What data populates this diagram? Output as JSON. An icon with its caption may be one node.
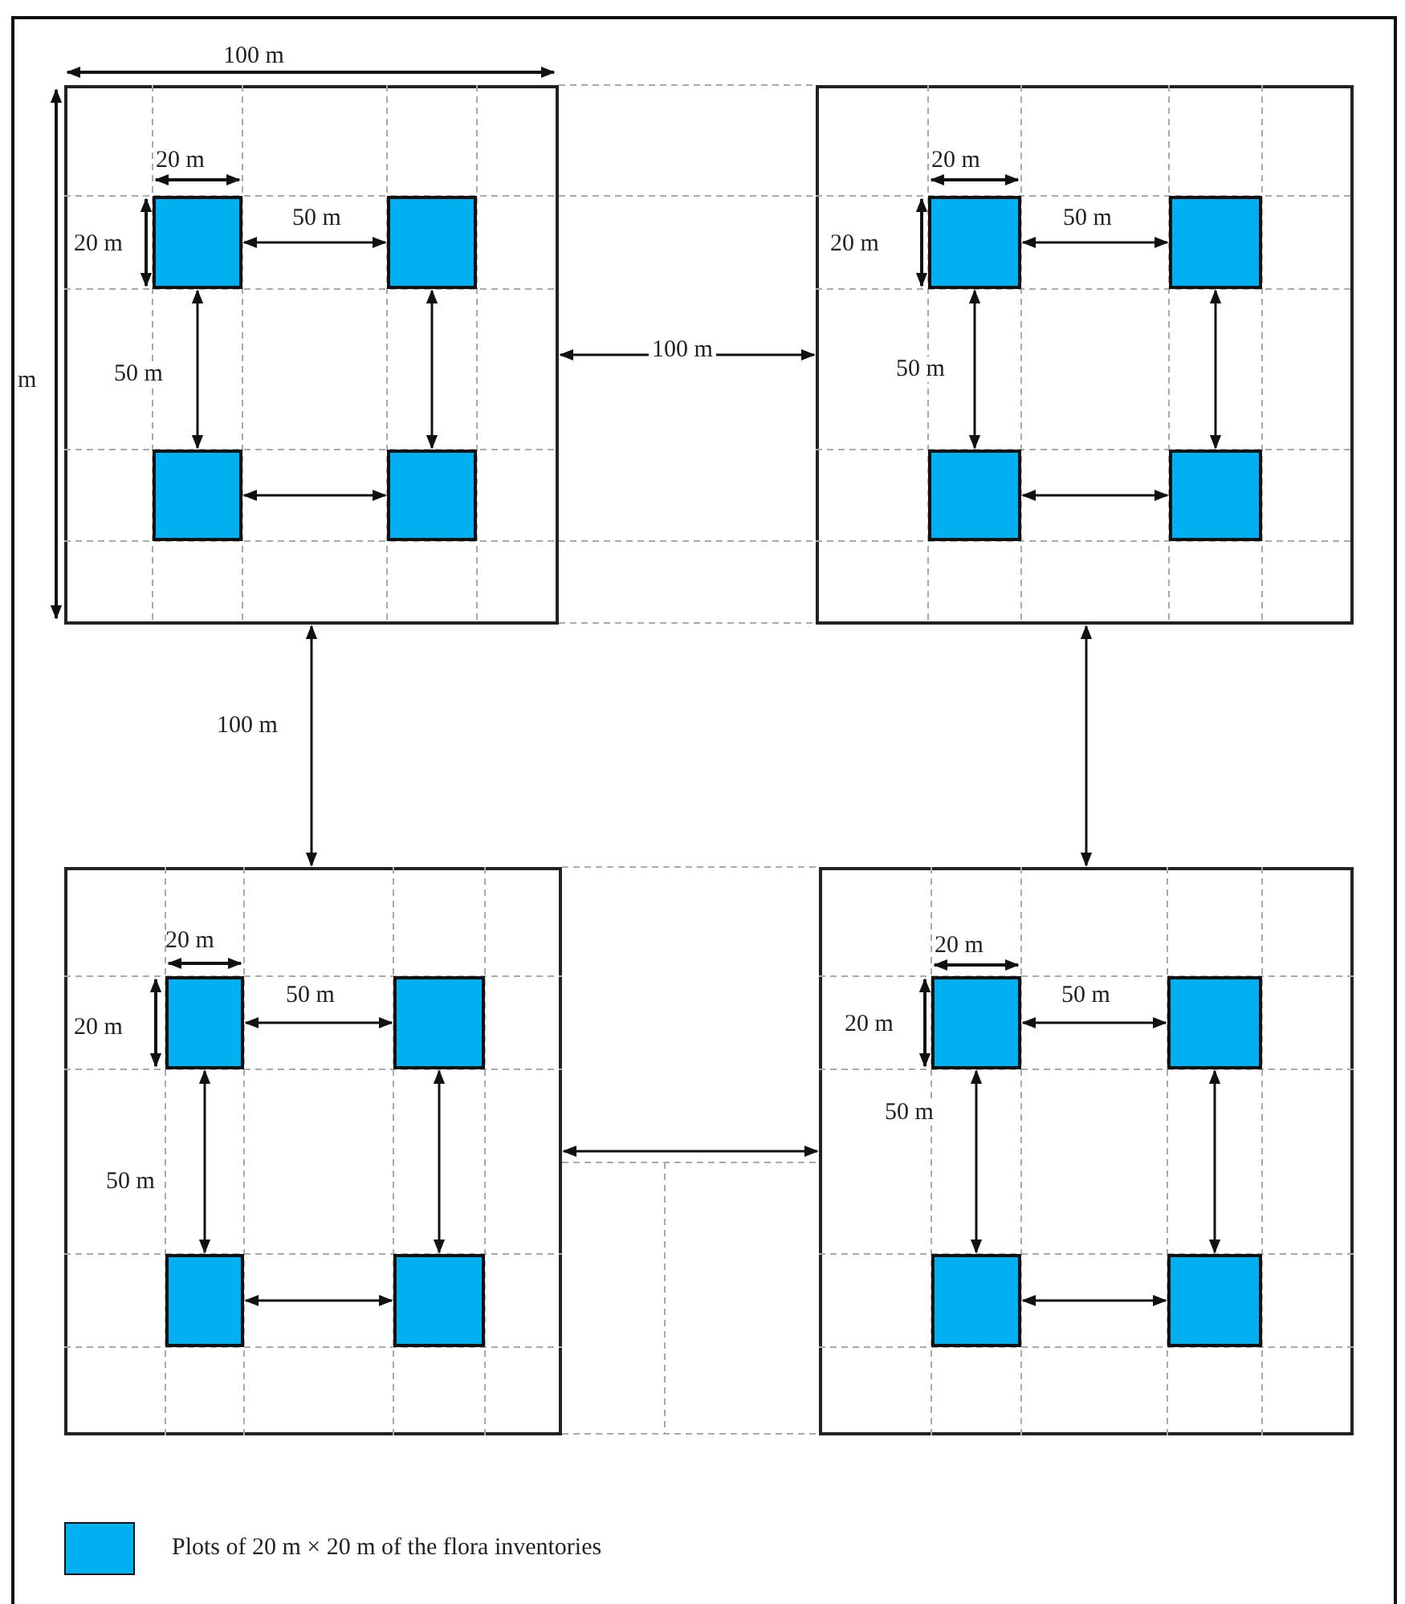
{
  "diagram": {
    "nodes": [
      {
        "text": [],
        "shape": "box"
      },
      {
        "text": [],
        "shape": "box",
        "in": 0
      },
      {
        "text": [],
        "shape": "box",
        "in": 0
      },
      {
        "text": [],
        "shape": "box",
        "in": 0
      },
      {
        "text": [],
        "shape": "box",
        "in": 0
      },
      {
        "text": [],
        "shape": "box"
      },
      {
        "text": [],
        "shape": "box",
        "in": 5
      },
      {
        "text": [],
        "shape": "box",
        "in": 5
      },
      {
        "text": [],
        "shape": "box",
        "in": 5
      },
      {
        "text": [],
        "shape": "box",
        "in": 5
      },
      {
        "text": [],
        "shape": "box"
      },
      {
        "text": [],
        "shape": "box",
        "in": 10
      },
      {
        "text": [],
        "shape": "box",
        "in": 10
      },
      {
        "text": [],
        "shape": "box",
        "in": 10
      },
      {
        "text": [],
        "shape": "box",
        "in": 10
      },
      {
        "text": [],
        "shape": "box"
      },
      {
        "text": [],
        "shape": "box",
        "in": 15
      },
      {
        "text": [],
        "shape": "box",
        "in": 15
      },
      {
        "text": [],
        "shape": "box",
        "in": 15
      },
      {
        "text": [],
        "shape": "box",
        "in": 15
      }
    ],
    "edges": [
      {
        "from": 0,
        "to": 5,
        "arrow": "both",
        "label": "100 m"
      },
      {
        "from": 0,
        "to": 10,
        "arrow": "both",
        "label": "100 m"
      },
      {
        "from": 5,
        "to": 15,
        "arrow": "both"
      },
      {
        "from": 10,
        "to": 15,
        "arrow": "both"
      },
      {
        "from": 1,
        "to": 2,
        "arrow": "both",
        "label": "50 m"
      },
      {
        "from": 1,
        "to": 3,
        "arrow": "both",
        "label": "50 m"
      },
      {
        "from": 2,
        "to": 4,
        "arrow": "both"
      },
      {
        "from": 3,
        "to": 4,
        "arrow": "both"
      },
      {
        "from": 6,
        "to": 7,
        "arrow": "both",
        "label": "50 m"
      },
      {
        "from": 6,
        "to": 8,
        "arrow": "both",
        "label": "50 m"
      },
      {
        "from": 7,
        "to": 9,
        "arrow": "both"
      },
      {
        "from": 8,
        "to": 9,
        "arrow": "both"
      },
      {
        "from": 11,
        "to": 12,
        "arrow": "both",
        "label": "50 m"
      },
      {
        "from": 11,
        "to": 13,
        "arrow": "both",
        "label": "50 m"
      },
      {
        "from": 12,
        "to": 14,
        "arrow": "both"
      },
      {
        "from": 13,
        "to": 14,
        "arrow": "both"
      },
      {
        "from": 16,
        "to": 17,
        "arrow": "both",
        "label": "50 m"
      },
      {
        "from": 16,
        "to": 18,
        "arrow": "both",
        "label": "50 m"
      },
      {
        "from": 17,
        "to": 19,
        "arrow": "both"
      },
      {
        "from": 18,
        "to": 19,
        "arrow": "both"
      }
    ],
    "labels": [
      "100 m",
      "m",
      "20 m",
      "20 m",
      "20 m",
      "20 m",
      "20 m",
      "20 m",
      "20 m",
      "20 m"
    ],
    "legend": [
      {
        "text": "Plots of 20 m × 20 m of the flora inventories",
        "color": "#00b0f0"
      }
    ]
  }
}
